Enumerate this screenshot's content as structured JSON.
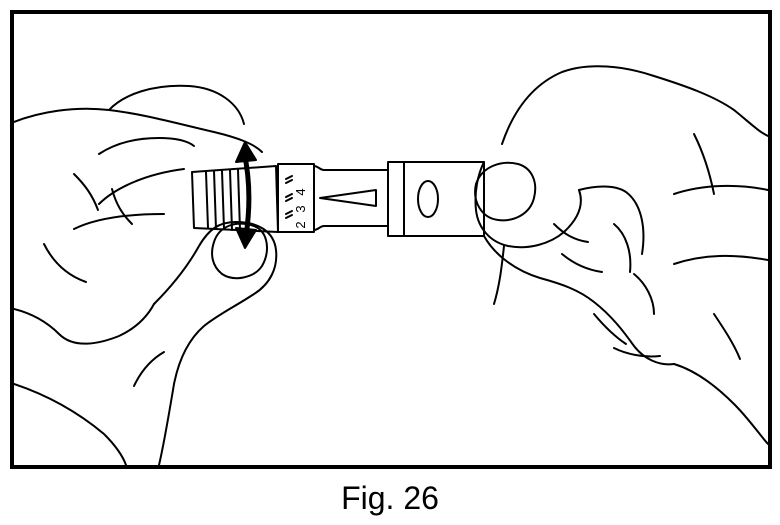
{
  "figure": {
    "caption": "Fig. 26",
    "dose_scale": {
      "numbers": [
        "4",
        "3",
        "2"
      ]
    },
    "rotation_arrow_icon": "double-headed-arrow"
  }
}
